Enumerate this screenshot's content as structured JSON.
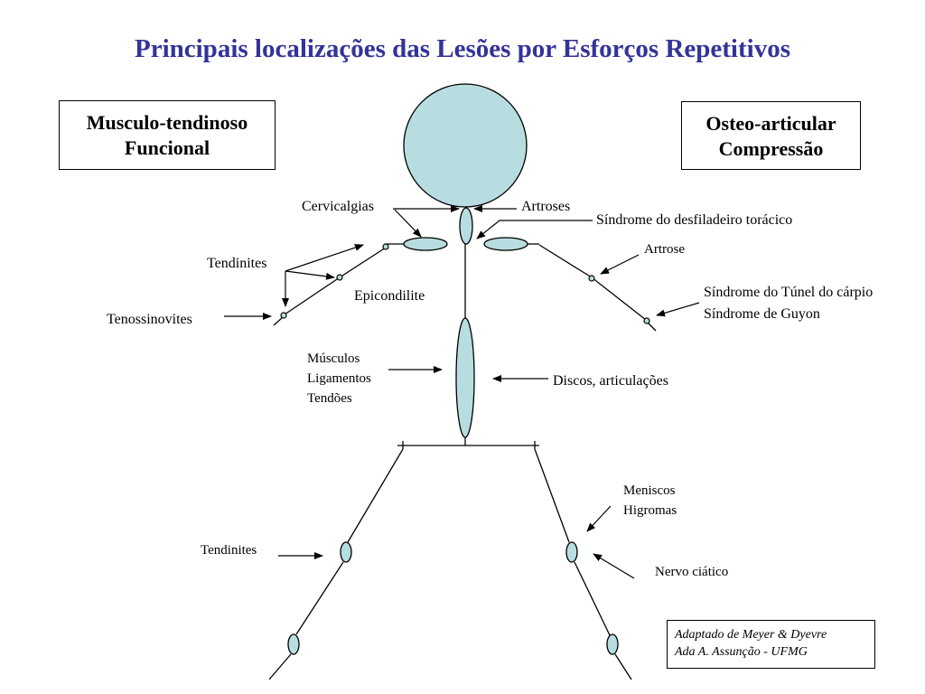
{
  "title": "Principais localizações das Lesões por Esforços Repetitivos",
  "left_box": {
    "line1": "Musculo-tendinoso",
    "line2": "Funcional"
  },
  "right_box": {
    "line1": "Osteo-articular",
    "line2": "Compressão"
  },
  "labels": {
    "cervicalgias": "Cervicalgias",
    "artroses": "Artroses",
    "sindrome_desfiladeiro": "Síndrome do desfiladeiro torácico",
    "artrose": "Artrose",
    "tendinites_upper": "Tendinites",
    "epicondilite": "Epicondilite",
    "tenossinovites": "Tenossinovites",
    "sindrome_tunel": "Síndrome do Túnel do cárpio",
    "sindrome_guyon": "Síndrome de Guyon",
    "musculos": "Músculos",
    "ligamentos": "Ligamentos",
    "tendoes": "Tendões",
    "discos": "Discos, articulações",
    "meniscos": "Meniscos",
    "higromas": "Higromas",
    "tendinites_lower": "Tendinites",
    "nervo_ciatico": "Nervo ciático"
  },
  "reference": {
    "line1": "Adaptado de Meyer & Dyevre",
    "line2": "Ada A. Assunção - UFMG"
  },
  "colors": {
    "title": "#333399",
    "body_fill": "#b7dde0",
    "stroke": "#000000"
  }
}
